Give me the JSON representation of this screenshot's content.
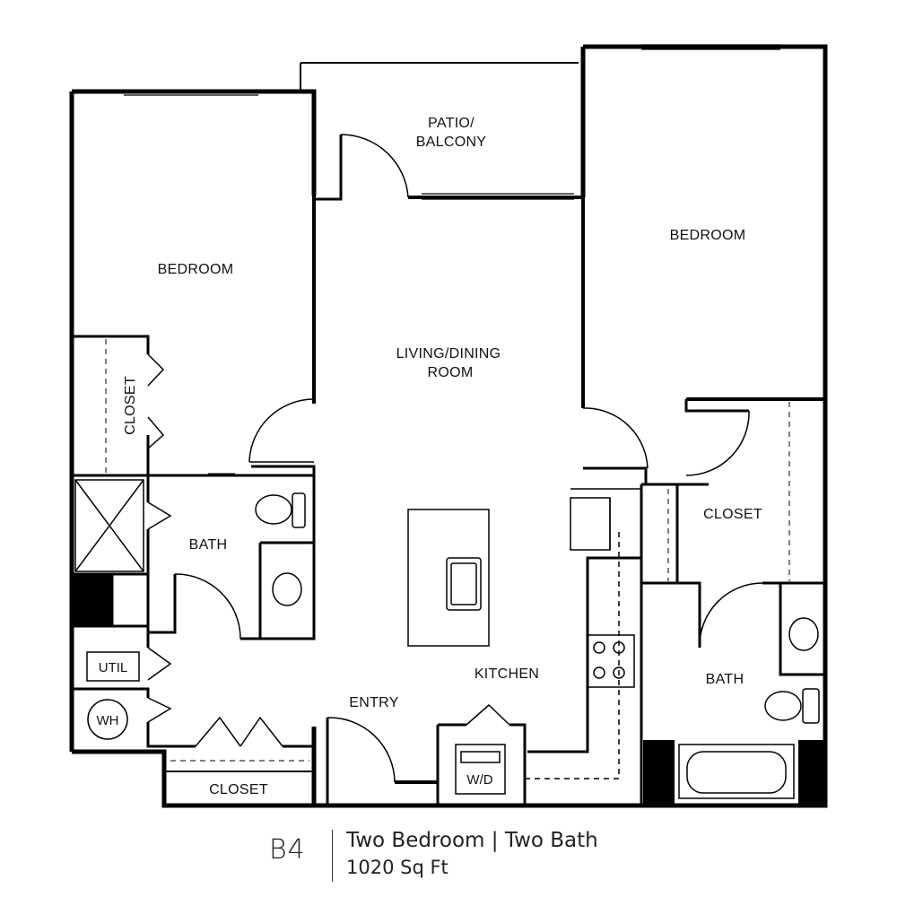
{
  "plan": {
    "rooms": {
      "patio": "PATIO/",
      "patio_line2": "BALCONY",
      "bedroom_left": "BEDROOM",
      "bedroom_right": "BEDROOM",
      "living": "LIVING/DINING",
      "living_line2": "ROOM",
      "closet_left": "CLOSET",
      "closet_right": "CLOSET",
      "closet_entry": "CLOSET",
      "bath_left": "BATH",
      "bath_right": "BATH",
      "kitchen": "KITCHEN",
      "entry": "ENTRY",
      "util": "UTIL",
      "wh": "WH",
      "wd": "W/D"
    }
  },
  "footer": {
    "unit_code": "B4",
    "description": "Two Bedroom | Two Bath",
    "area": "1020 Sq Ft"
  }
}
